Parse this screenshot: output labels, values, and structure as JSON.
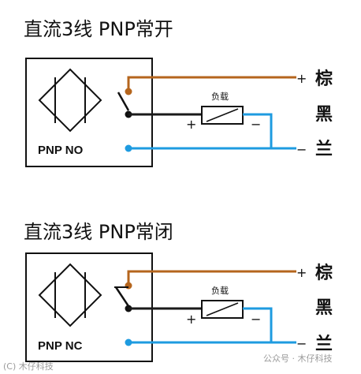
{
  "colors": {
    "brown": "#b5651d",
    "black": "#1a1a1a",
    "blue": "#1e9be0"
  },
  "top": {
    "title": "直流3线 PNP常开",
    "sensor_label": "PNP NO",
    "load_label": "负载",
    "plus": "+",
    "minus": "−",
    "wire_brown": "棕",
    "wire_black": "黑",
    "wire_blue": "兰"
  },
  "bottom": {
    "title": "直流3线 PNP常闭",
    "sensor_label": "PNP NC",
    "load_label": "负载",
    "plus": "+",
    "minus": "−",
    "wire_brown": "棕",
    "wire_black": "黑",
    "wire_blue": "兰"
  },
  "watermark_left": "(C) 木仔科技",
  "watermark_right": "公众号 · 木仔科技"
}
